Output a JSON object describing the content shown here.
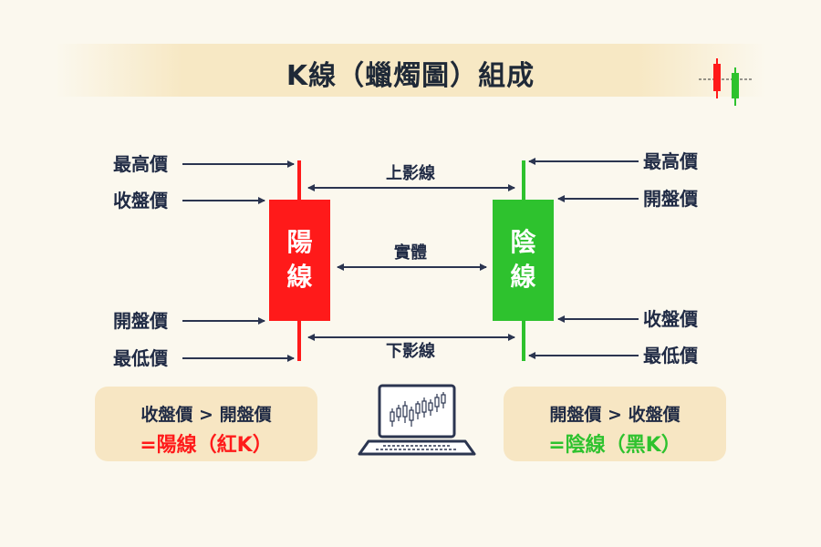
{
  "title": "K線（蠟燭圖）組成",
  "colors": {
    "yang": "#ff1a1a",
    "yin": "#2ec22e",
    "arrow": "#2b3550",
    "text": "#1f2a44",
    "box": "#f7e6c3",
    "title_band": "#f7e8c4"
  },
  "left": {
    "labels": [
      "最高價",
      "收盤價",
      "開盤價",
      "最低價"
    ],
    "candle_text": [
      "陽",
      "線"
    ]
  },
  "right": {
    "labels": [
      "最高價",
      "開盤價",
      "收盤價",
      "最低價"
    ],
    "candle_text": [
      "陰",
      "線"
    ]
  },
  "middle": {
    "upper_shadow": "上影線",
    "body": "實體",
    "lower_shadow": "下影線"
  },
  "boxes": {
    "left": {
      "condition": "收盤價 > 開盤價",
      "result": "=陽線（紅K）"
    },
    "right": {
      "condition": "開盤價 > 收盤價",
      "result": "=陰線（黑K）"
    }
  },
  "icons": [
    "candlestick-logo-icon",
    "laptop-chart-icon"
  ]
}
